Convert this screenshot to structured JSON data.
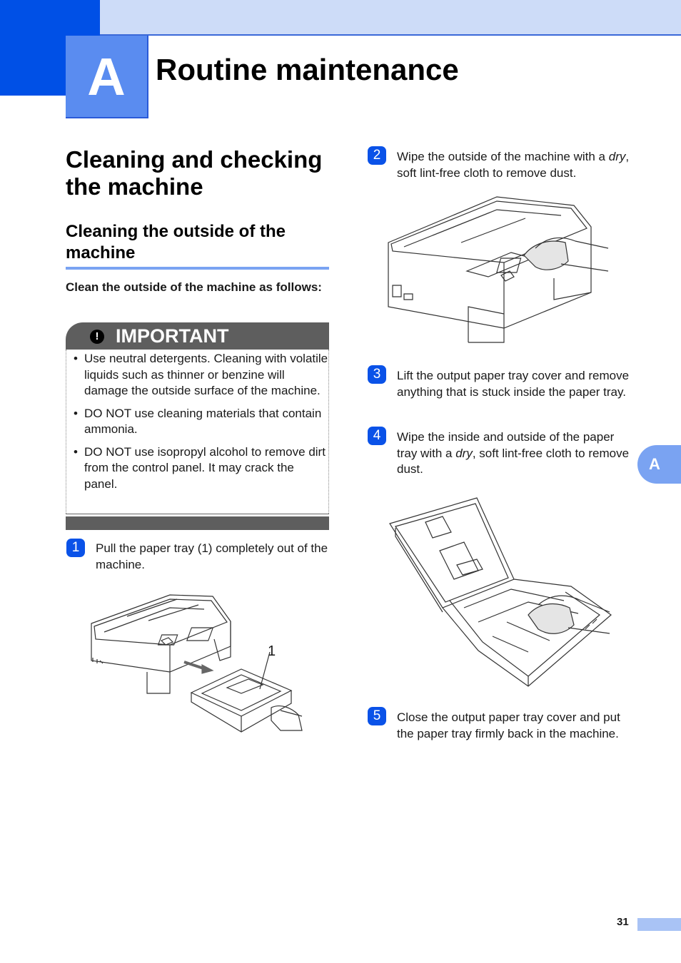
{
  "chapter": {
    "letter": "A",
    "title": "Routine maintenance",
    "tab_letter": "A"
  },
  "section": {
    "title": "Cleaning and checking the machine"
  },
  "subsection": {
    "title": "Cleaning the outside of the machine"
  },
  "intro": "Clean the outside of the machine as follows:",
  "important": {
    "title": "IMPORTANT",
    "icon": "exclamation-icon",
    "items": [
      "Use neutral detergents. Cleaning with volatile liquids such as thinner or benzine will damage the outside surface of the machine.",
      "DO NOT use cleaning materials that contain ammonia.",
      "DO NOT use isopropyl alcohol to remove dirt from the control panel. It may crack the panel."
    ]
  },
  "steps": [
    {
      "num": "1",
      "text": "Pull the paper tray (1) completely out of the machine."
    },
    {
      "num": "2",
      "text_before": "Wipe the outside of the machine with a ",
      "emph": "dry",
      "text_after": ", soft lint-free cloth to remove dust."
    },
    {
      "num": "3",
      "text": "Lift the output paper tray cover and remove anything that is stuck inside the paper tray."
    },
    {
      "num": "4",
      "text_before": "Wipe the inside and outside of the paper tray with a ",
      "emph": "dry",
      "text_after": ", soft lint-free cloth to remove dust."
    },
    {
      "num": "5",
      "text": "Close the output paper tray cover and put the paper tray firmly back in the machine."
    }
  ],
  "figure1": {
    "callout": "1"
  },
  "page_number": "31",
  "colors": {
    "accent": "#0a52e8",
    "tab": "#7aa3f2",
    "band": "#cddcf8",
    "important_bg": "#5e5e5e"
  }
}
